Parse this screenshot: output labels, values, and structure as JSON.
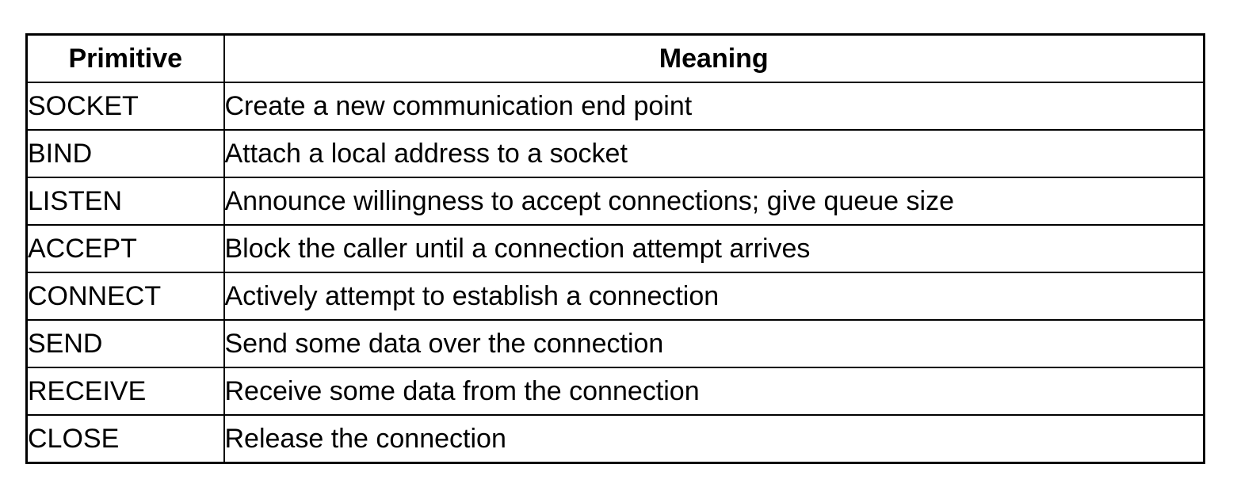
{
  "table": {
    "columns": [
      {
        "key": "primitive",
        "label": "Primitive",
        "align": "center"
      },
      {
        "key": "meaning",
        "label": "Meaning",
        "align": "center"
      }
    ],
    "rows": [
      {
        "primitive": "SOCKET",
        "meaning": "Create a new communication end point"
      },
      {
        "primitive": "BIND",
        "meaning": "Attach a local address to a socket"
      },
      {
        "primitive": "LISTEN",
        "meaning": "Announce willingness to accept connections; give queue size"
      },
      {
        "primitive": "ACCEPT",
        "meaning": "Block the caller until a connection attempt arrives"
      },
      {
        "primitive": "CONNECT",
        "meaning": "Actively attempt to establish a connection"
      },
      {
        "primitive": "SEND",
        "meaning": "Send some data over the connection"
      },
      {
        "primitive": "RECEIVE",
        "meaning": "Receive some data from the connection"
      },
      {
        "primitive": "CLOSE",
        "meaning": "Release the connection"
      }
    ]
  },
  "colors": {
    "background": "#ffffff",
    "text": "#000000",
    "border": "#000000"
  }
}
